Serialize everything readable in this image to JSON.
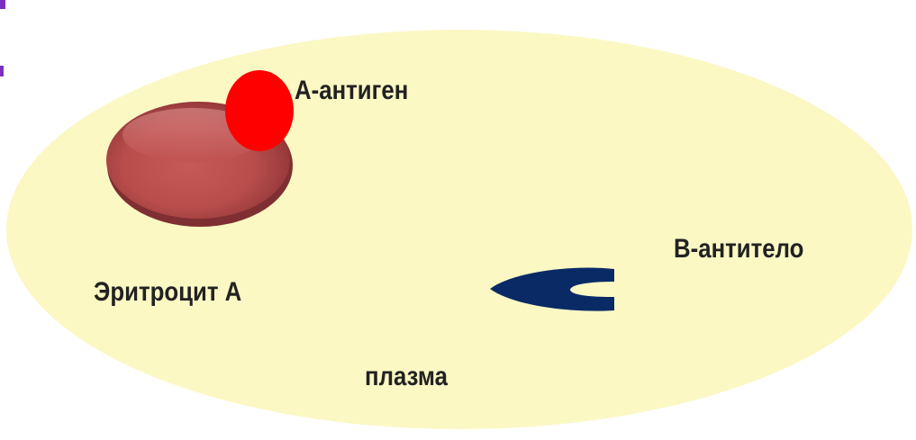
{
  "labels": {
    "antigen": "А-антиген",
    "erythrocyte": "Эритроцит А",
    "antibody": "В-антитело",
    "plasma": "плазма"
  },
  "colors": {
    "plasma": "#fbf8c4",
    "erythrocyte": "#c0504f",
    "antigen": "#ff0000",
    "antibody": "#0a2a66",
    "corner_mark": "#7b2fbf"
  }
}
